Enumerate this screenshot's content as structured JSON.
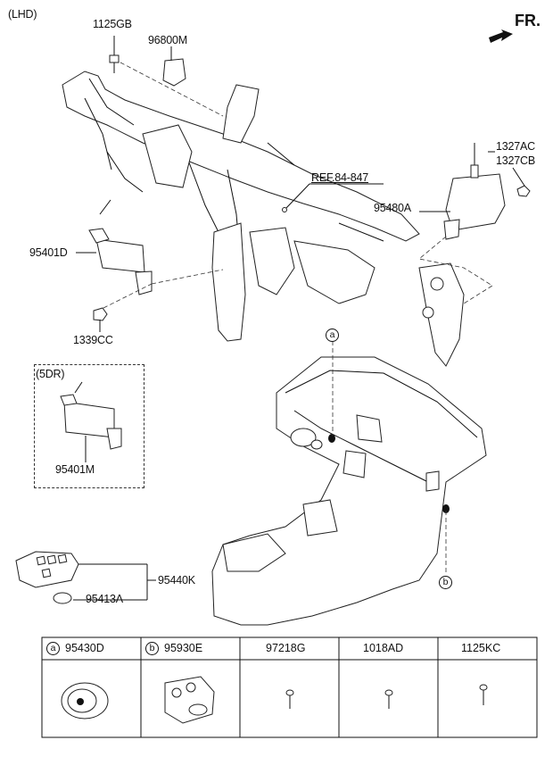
{
  "corner": {
    "variant": "(LHD)",
    "direction": "FR."
  },
  "labels": {
    "bolt_top": "1125GB",
    "module_top": "96800M",
    "ref": "REF.84-847",
    "nut_right_1": "1327AC",
    "nut_right_2": "1327CB",
    "unit_right": "95480A",
    "unit_left": "95401D",
    "nut_left": "1339CC",
    "variant_5dr": "(5DR)",
    "unit_5dr": "95401M",
    "key_assy": "95440K",
    "battery": "95413A",
    "callout_a": "a",
    "callout_b": "b"
  },
  "parts_table": {
    "headers": [
      {
        "marker": "a",
        "code": "95430D"
      },
      {
        "marker": "b",
        "code": "95930E"
      },
      {
        "marker": "",
        "code": "97218G"
      },
      {
        "marker": "",
        "code": "1018AD"
      },
      {
        "marker": "",
        "code": "1125KC"
      }
    ]
  }
}
